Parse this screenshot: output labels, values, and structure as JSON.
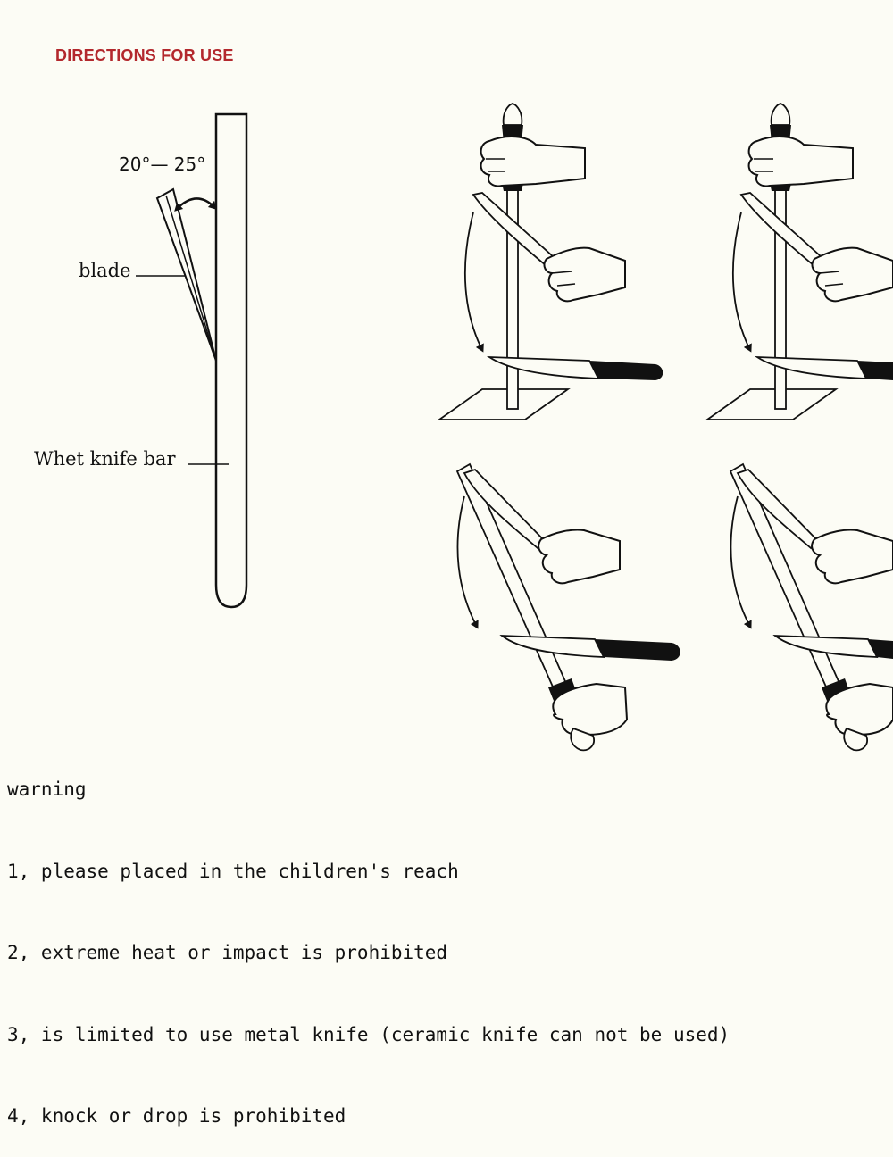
{
  "title": "DIRECTIONS FOR USE",
  "colors": {
    "title": "#b3282d",
    "ink": "#111111",
    "background": "#fcfcf5"
  },
  "diagram": {
    "angle_label": "20°— 25°",
    "blade_label": "blade",
    "bar_label": "Whet knife bar"
  },
  "icons": [
    "hand-icon",
    "knife-icon",
    "sharpening-rod-icon",
    "curved-arrow-icon"
  ],
  "warning": {
    "heading": "warning",
    "items": [
      "1, please placed in the children's reach",
      "2, extreme heat or impact is prohibited",
      "3, is limited to use metal knife (ceramic knife can not be used)",
      "4, knock or drop is prohibited"
    ]
  }
}
